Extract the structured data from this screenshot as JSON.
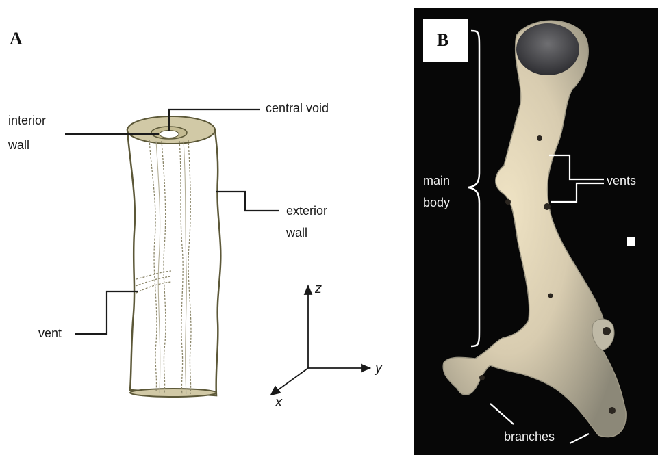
{
  "panel_a": {
    "letter": "A",
    "labels": {
      "central_void": "central void",
      "interior_wall_1": "interior",
      "interior_wall_2": "wall",
      "exterior_wall_1": "exterior",
      "exterior_wall_2": "wall",
      "vent": "vent"
    },
    "axes": {
      "z": "z",
      "y": "y",
      "x": "x"
    },
    "colors": {
      "cap": "#d1c9a6",
      "outline": "#5c5838"
    }
  },
  "panel_b": {
    "letter": "B",
    "labels": {
      "main_body_1": "main",
      "main_body_2": "body",
      "vents": "vents",
      "branches": "branches"
    },
    "colors": {
      "background": "#070707",
      "specimen": "#d8ccb0"
    }
  }
}
